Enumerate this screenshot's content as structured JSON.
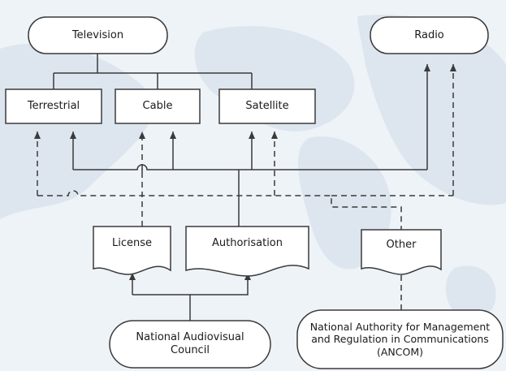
{
  "nodes": {
    "television": "Television",
    "radio": "Radio",
    "terrestrial": "Terrestrial",
    "cable": "Cable",
    "satellite": "Satellite",
    "license": "License",
    "authorisation": "Authorisation",
    "other": "Other",
    "nac": "National Audiovisual Council",
    "ancom": "National Authority for Management and Regulation in Communications (ANCOM)"
  },
  "colors": {
    "line": "#3a3a3a",
    "node_fill": "#ffffff",
    "map_land": "#dbe4ee",
    "background": "#eef3f8"
  }
}
